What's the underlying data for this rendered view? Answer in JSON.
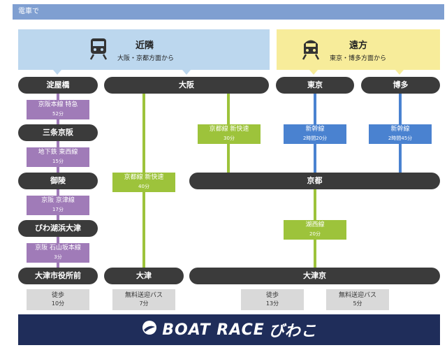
{
  "header": {
    "title": "電車で"
  },
  "regions": {
    "kinki": {
      "name": "近隣",
      "sub": "大阪・京都方面から"
    },
    "enpo": {
      "name": "遠方",
      "sub": "東京・博多方面から"
    }
  },
  "stations": {
    "yodoyabashi": "淀屋橋",
    "osaka": "大阪",
    "tokyo": "東京",
    "hakata": "博多",
    "sanjo": "三条京阪",
    "kyoto": "京都",
    "misasagi": "御陵",
    "biwako_hamaotsu": "びわ湖浜大津",
    "otsu_shiyakusho": "大津市役所前",
    "otsu": "大津",
    "otsukyo": "大津京"
  },
  "segments": {
    "keihan_main": {
      "line": "京阪本線 特急",
      "time": "52分"
    },
    "tozai": {
      "line": "地下鉄 東西線",
      "time": "15分"
    },
    "keishin": {
      "line": "京阪 京津線",
      "time": "17分"
    },
    "ishiyama": {
      "line": "京阪 石山坂本線",
      "time": "3分"
    },
    "kyoto_line_otsu": {
      "line": "京都線 新快速",
      "time": "40分"
    },
    "kyoto_line_kyoto": {
      "line": "京都線 新快速",
      "time": "30分"
    },
    "shinkansen_tokyo": {
      "line": "新幹線",
      "time": "2時間20分"
    },
    "shinkansen_hakata": {
      "line": "新幹線",
      "time": "2時間45分"
    },
    "kosei": {
      "line": "湖西線",
      "time": "20分"
    }
  },
  "access": {
    "walk1": {
      "mode": "徒歩",
      "time": "10分"
    },
    "bus1": {
      "mode": "無料送迎バス",
      "time": "7分"
    },
    "walk2": {
      "mode": "徒歩",
      "time": "13分"
    },
    "bus2": {
      "mode": "無料送迎バス",
      "time": "5分"
    }
  },
  "footer": {
    "logo_text": "BOAT RACE",
    "logo_jp": "びわこ"
  },
  "icons": {
    "kinki": "train-icon",
    "enpo": "shinkansen-icon"
  },
  "colors": {
    "purple": "#a07bb8",
    "green": "#9dc33b",
    "blue": "#4a82d0",
    "station": "#3b3b3b",
    "footer": "#1f2d5a"
  }
}
